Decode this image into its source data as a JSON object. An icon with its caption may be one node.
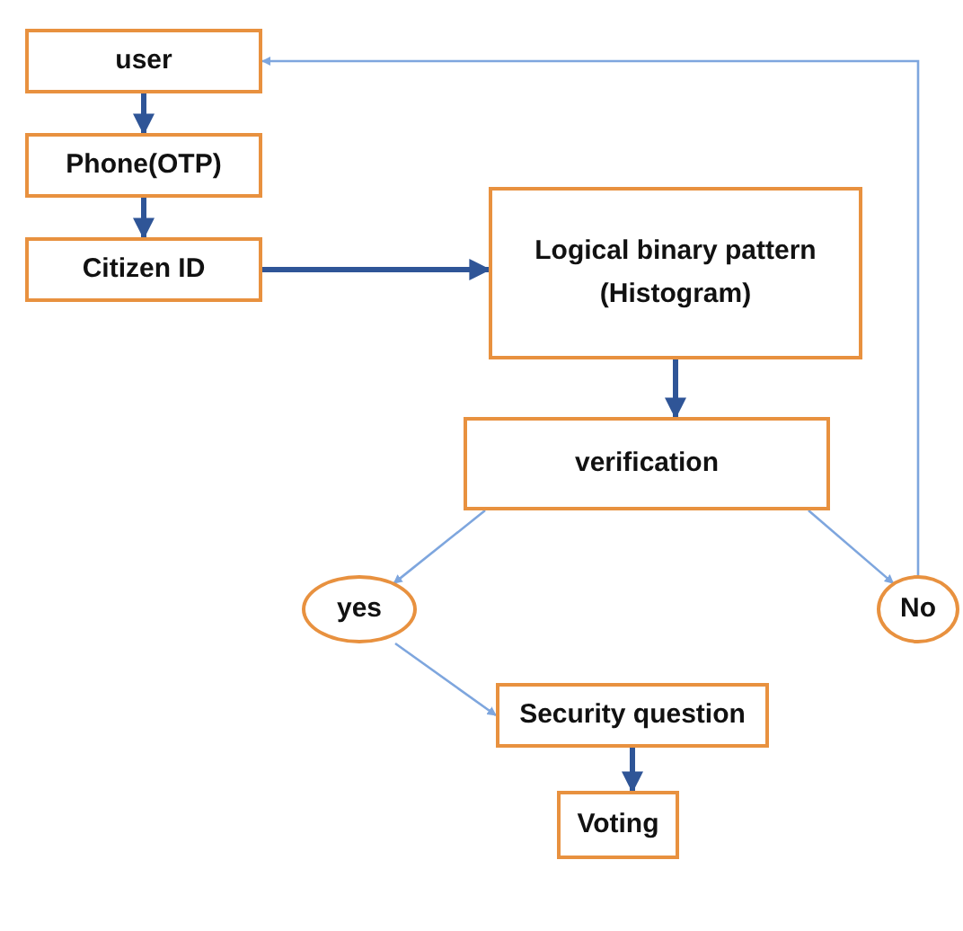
{
  "diagram": {
    "nodes": [
      {
        "text": [
          "user"
        ]
      },
      {
        "text": [
          "Phone(OTP)"
        ]
      },
      {
        "text": [
          "Citizen ID"
        ]
      },
      {
        "text": [
          "Logical binary pattern (Histogram)"
        ]
      },
      {
        "text": [
          "verification"
        ]
      },
      {
        "text": [
          "yes"
        ]
      },
      {
        "text": [
          "No"
        ]
      },
      {
        "text": [
          "Security question"
        ]
      },
      {
        "text": [
          "Voting"
        ]
      }
    ],
    "edges": [
      {
        "from": 0,
        "to": 1,
        "arrow": "to"
      },
      {
        "from": 1,
        "to": 2,
        "arrow": "to"
      },
      {
        "from": 2,
        "to": 3,
        "arrow": "to"
      },
      {
        "from": 3,
        "to": 4,
        "arrow": "to"
      },
      {
        "from": 4,
        "to": 5,
        "arrow": "to",
        "color": "#7ea6de"
      },
      {
        "from": 4,
        "to": 6,
        "arrow": "to",
        "color": "#7ea6de"
      },
      {
        "from": 5,
        "to": 7,
        "arrow": "to",
        "color": "#7ea6de"
      },
      {
        "from": 7,
        "to": 8,
        "arrow": "to"
      },
      {
        "from": 6,
        "to": 0,
        "arrow": "to",
        "color": "#7ea6de"
      }
    ]
  }
}
